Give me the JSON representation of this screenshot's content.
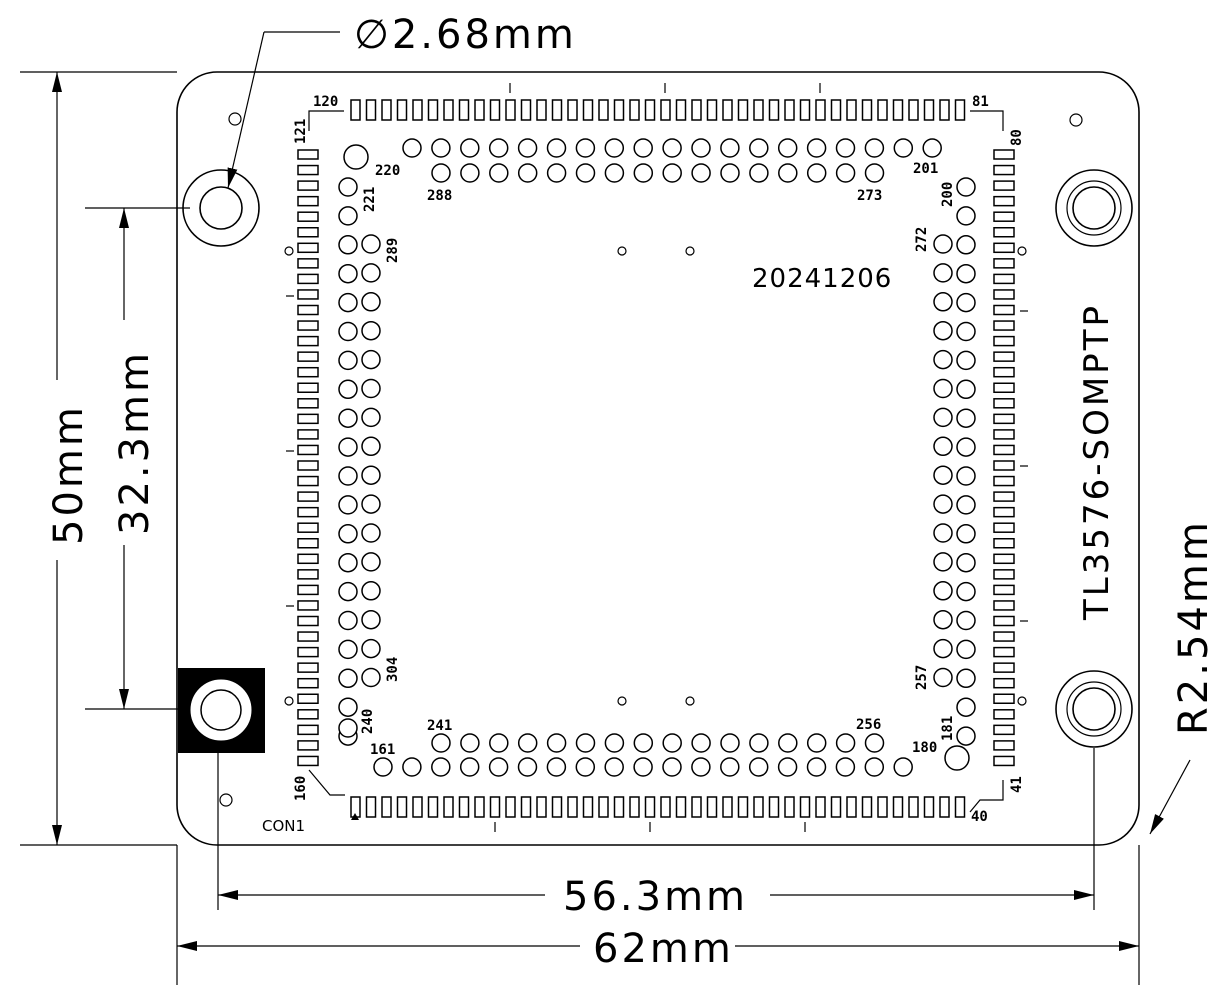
{
  "dimensions": {
    "hole_diameter": "∅2.68mm",
    "board_height": "50mm",
    "hole_spacing_vertical": "32.3mm",
    "hole_spacing_horizontal": "56.3mm",
    "board_width": "62mm",
    "corner_radius": "R2.54mm"
  },
  "board": {
    "model_name": "TL3576-SOMPTP",
    "date_code": "20241206",
    "connector_ref": "CON1"
  },
  "pin_labels": {
    "p120": "120",
    "p81": "81",
    "p121": "121",
    "p80": "80",
    "p220": "220",
    "p201": "201",
    "p288": "288",
    "p273": "273",
    "p221": "221",
    "p200": "200",
    "p289": "289",
    "p272": "272",
    "p304": "304",
    "p257": "257",
    "p240": "240",
    "p241": "241",
    "p256": "256",
    "p181": "181",
    "p161": "161",
    "p180": "180",
    "p160": "160",
    "p41": "41",
    "p40": "40"
  }
}
